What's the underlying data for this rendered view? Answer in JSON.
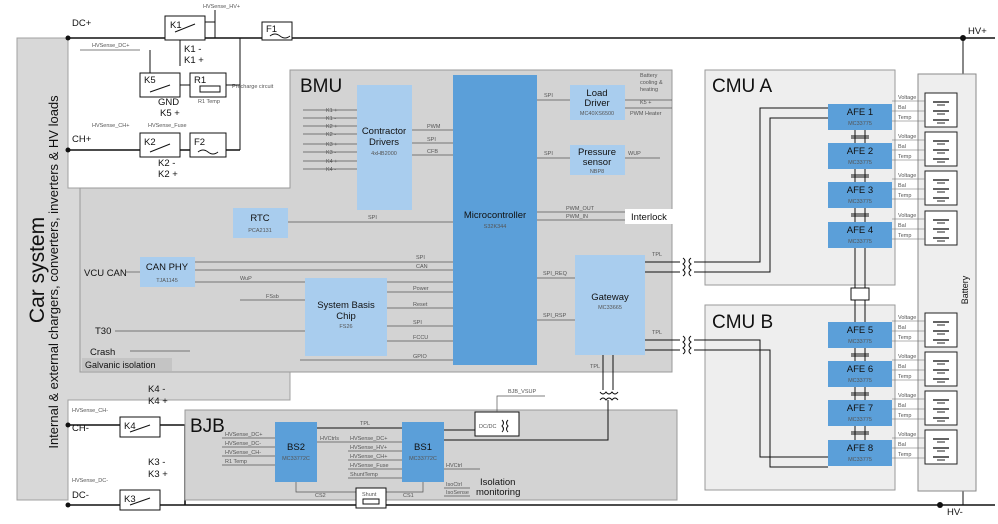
{
  "car_system": {
    "title": "Car system",
    "subtitle": "Internal & external chargers, converters, inverters & HV loads"
  },
  "terminals": {
    "dc_plus": "DC+",
    "ch_plus": "CH+",
    "ch_minus": "CH-",
    "dc_minus": "DC-",
    "hv_plus": "HV+",
    "hv_minus": "HV-"
  },
  "relays": {
    "k1": "K1",
    "k1_minus": "K1 -",
    "k1_plus": "K1 +",
    "k5": "K5",
    "gnd": "GND",
    "k5_plus": "K5 +",
    "k2": "K2",
    "k2_minus": "K2 -",
    "k2_plus": "K2 +",
    "k4": "K4",
    "k4_minus": "K4 -",
    "k4_plus": "K4 +",
    "k3": "K3",
    "k3_minus": "K3 -",
    "k3_plus": "K3 +",
    "r1": "R1",
    "r1_temp": "R1 Temp",
    "precharge": "Precharge circuit",
    "f1": "F1",
    "f2": "F2"
  },
  "sense_labels": {
    "hv": "HVSense_HV+",
    "dc_plus": "HVSense_DC+",
    "ch_plus": "HVSense_CH+",
    "fuse": "HVSense_Fuse",
    "ch_minus": "HVSense_CH-",
    "dc_minus": "HVSense_DC-"
  },
  "bmu": {
    "title": "BMU",
    "contractor_drivers": {
      "name": "Contractor Drivers",
      "part": "4xHB2000"
    },
    "driver_outputs": [
      "K1 +",
      "K1 -",
      "K2 +",
      "K2 -",
      "K3 +",
      "K3 -",
      "K4 +",
      "K4 -"
    ],
    "ctrl_signals": {
      "pwm": "PWM",
      "spi": "SPI",
      "cfb": "CFB"
    },
    "mcu": {
      "name": "Microcontroller",
      "part": "S32K344"
    },
    "load_driver": {
      "name": "Load Driver",
      "part": "MC40XS6500"
    },
    "battery_cooling": "Battery cooling & heating",
    "k5_plus_out": "K5 +",
    "pwm_heater": "PWM Heater",
    "pressure": {
      "name": "Pressure sensor",
      "part": "NBP8"
    },
    "wup": "WUP",
    "rtc": {
      "name": "RTC",
      "part": "PCA2131"
    },
    "pwm_out": "PWM_OUT",
    "pwm_in": "PWM_IN",
    "interlock": "Interlock",
    "can_phy": {
      "name": "CAN PHY",
      "part": "TJA1145"
    },
    "vcu_can": "VCU CAN",
    "sbc": {
      "name": "System Basis Chip",
      "part": "FS26"
    },
    "sig": {
      "spi": "SPI",
      "can": "CAN",
      "wup": "WuP",
      "fssb": "FSsb",
      "power": "Power",
      "reset": "Reset",
      "fccu": "FCCU",
      "gpio": "GPIO",
      "spi_req": "SPI_REQ",
      "spi_rsp": "SPI_RSP",
      "tpl": "TPL"
    },
    "t30": "T30",
    "crash": "Crash",
    "galvanic": "Galvanic isolation",
    "gateway": {
      "name": "Gateway",
      "part": "MC33665"
    }
  },
  "bjb": {
    "title": "BJB",
    "bs2": {
      "name": "BS2",
      "part": "MC33772C"
    },
    "bs1": {
      "name": "BS1",
      "part": "MC33772C"
    },
    "bs2_inputs": [
      "HVSense_DC+",
      "HVSense_DC-",
      "HVSense_CH-",
      "R1 Temp"
    ],
    "bs1_inputs": [
      "HVSense_DC+",
      "HVSense_HV+",
      "HVSense_CH+",
      "HVSense_Fuse",
      "ShuntTemp"
    ],
    "hvctrls": "HVCtrls",
    "hvctrl": "HVCtrl",
    "isoctrl": "IsoCtrl",
    "isosense": "IsoSense",
    "cs1": "CS1",
    "cs2": "CS2",
    "shunt": "Shunt",
    "dcdc": "DC/DC",
    "bjb_vsup": "BJB_VSUP",
    "iso_mon": "Isolation monitoring",
    "tpl": "TPL"
  },
  "cmu_a": {
    "title": "CMU A",
    "afes": [
      {
        "name": "AFE 1",
        "part": "MC33775"
      },
      {
        "name": "AFE 2",
        "part": "MC33775"
      },
      {
        "name": "AFE 3",
        "part": "MC33775"
      },
      {
        "name": "AFE 4",
        "part": "MC33775"
      }
    ]
  },
  "cmu_b": {
    "title": "CMU B",
    "afes": [
      {
        "name": "AFE 5",
        "part": "MC33775"
      },
      {
        "name": "AFE 6",
        "part": "MC33775"
      },
      {
        "name": "AFE 7",
        "part": "MC33775"
      },
      {
        "name": "AFE 8",
        "part": "MC33775"
      }
    ]
  },
  "afe_signals": {
    "voltage": "Voltage",
    "bal": "Bal",
    "temp": "Temp"
  },
  "battery": "Battery"
}
